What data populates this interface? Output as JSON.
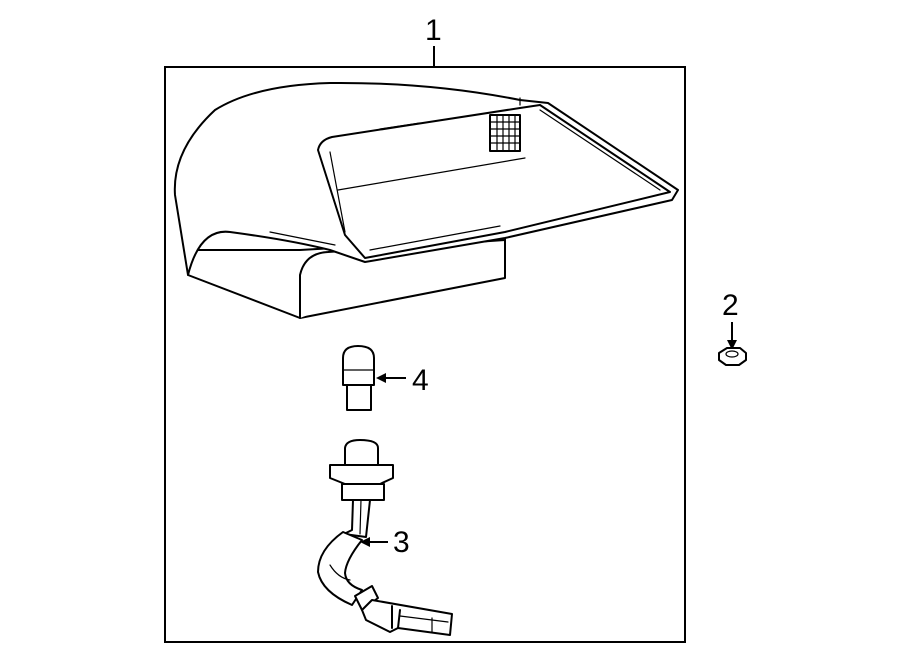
{
  "callouts": {
    "part_1": "1",
    "part_2": "2",
    "part_3": "3",
    "part_4": "4"
  },
  "parts": [
    {
      "callout": "1",
      "icon": "high-mount-stop-lamp-assembly"
    },
    {
      "callout": "2",
      "icon": "hex-nut"
    },
    {
      "callout": "3",
      "icon": "socket-and-wire-harness"
    },
    {
      "callout": "4",
      "icon": "bulb"
    }
  ],
  "colors": {
    "line": "#000000",
    "background": "#ffffff"
  }
}
